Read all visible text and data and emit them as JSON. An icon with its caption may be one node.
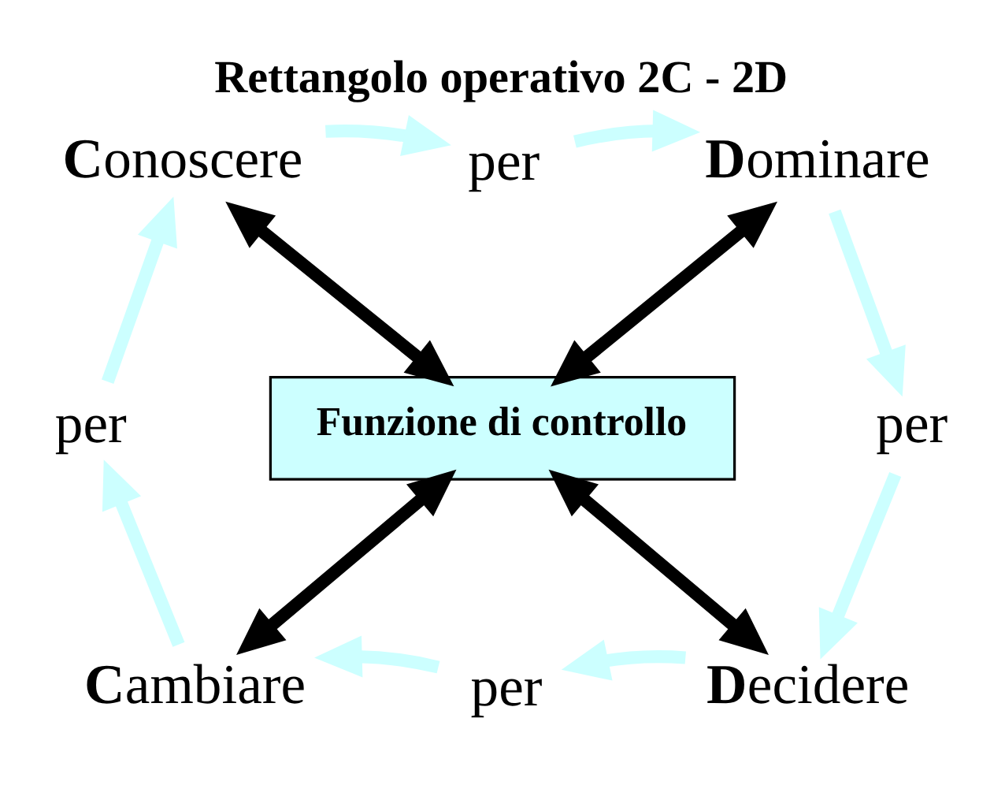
{
  "diagram": {
    "title": "Rettangolo operativo 2C - 2D",
    "nodes": [
      {
        "text": [
          "**C**onoscere"
        ]
      },
      {
        "text": [
          "per"
        ]
      },
      {
        "text": [
          "**D**ominare"
        ]
      },
      {
        "text": [
          "per"
        ]
      },
      {
        "text": [
          "Funzione di controllo"
        ]
      },
      {
        "text": [
          "per"
        ]
      },
      {
        "text": [
          "**C**ambiare"
        ]
      },
      {
        "text": [
          "per"
        ]
      },
      {
        "text": [
          "**D**ecidere"
        ]
      }
    ],
    "edges": [
      {
        "from": 0,
        "to": 1,
        "arrow": "to",
        "color": "#ccffff"
      },
      {
        "from": 1,
        "to": 2,
        "arrow": "to",
        "color": "#ccffff"
      },
      {
        "from": 2,
        "to": 5,
        "arrow": "to",
        "color": "#ccffff"
      },
      {
        "from": 5,
        "to": 8,
        "arrow": "to",
        "color": "#ccffff"
      },
      {
        "from": 8,
        "to": 7,
        "arrow": "to",
        "color": "#ccffff"
      },
      {
        "from": 7,
        "to": 6,
        "arrow": "to",
        "color": "#ccffff"
      },
      {
        "from": 6,
        "to": 3,
        "arrow": "to",
        "color": "#ccffff"
      },
      {
        "from": 3,
        "to": 0,
        "arrow": "to",
        "color": "#ccffff"
      },
      {
        "from": 0,
        "to": 4,
        "arrow": "both",
        "color": "#000000"
      },
      {
        "from": 2,
        "to": 4,
        "arrow": "both",
        "color": "#000000"
      },
      {
        "from": 8,
        "to": 4,
        "arrow": "both",
        "color": "#000000"
      },
      {
        "from": 6,
        "to": 4,
        "arrow": "both",
        "color": "#000000"
      }
    ]
  }
}
